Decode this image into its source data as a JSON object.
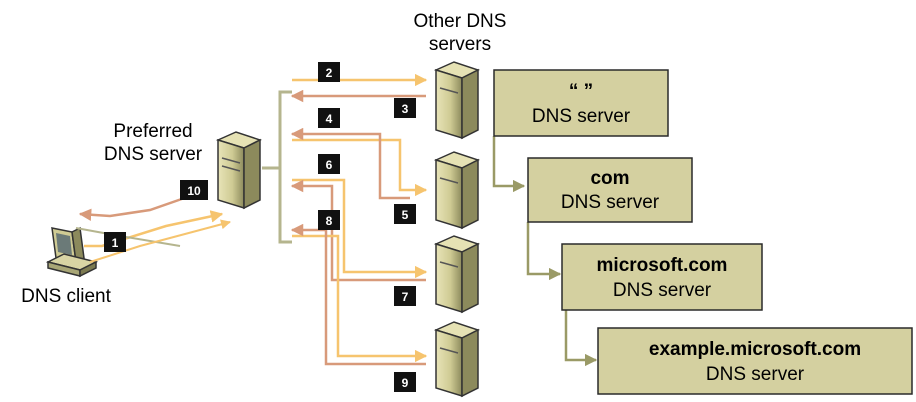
{
  "title": "",
  "client": {
    "label": "DNS client"
  },
  "preferred_server": {
    "label_line1": "Preferred",
    "label_line2": "DNS server"
  },
  "other_servers": {
    "label_line1": "Other DNS",
    "label_line2": "servers"
  },
  "hierarchy": [
    {
      "title": "“  ”",
      "subtitle": "DNS server"
    },
    {
      "title": "com",
      "subtitle": "DNS server"
    },
    {
      "title": "microsoft.com",
      "subtitle": "DNS server"
    },
    {
      "title": "example.microsoft.com",
      "subtitle": "DNS server"
    }
  ],
  "steps": [
    "1",
    "2",
    "3",
    "4",
    "5",
    "6",
    "7",
    "8",
    "9",
    "10"
  ],
  "colors": {
    "box_fill": "#d4d0a0",
    "box_stroke": "#2a2a2a",
    "query_arrow": "#f6c46e",
    "response_arrow": "#d89a7a",
    "bracket": "#b5b58e",
    "connector": "#9a9a66",
    "step_badge": "#111111"
  }
}
